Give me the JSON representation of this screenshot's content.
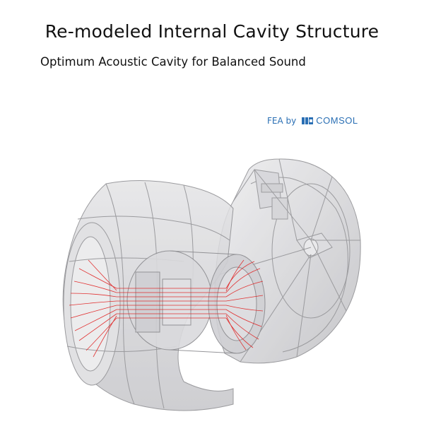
{
  "header": {
    "title": "Re-modeled Internal Cavity Structure",
    "subtitle": "Optimum Acoustic Cavity for Balanced Sound"
  },
  "credit": {
    "label": "FEA by",
    "brand": "COMSOL",
    "brand_color": "#2a6fb4"
  },
  "illustration": {
    "shell_color": "#cfcfd2",
    "outline_color": "#8a8a8e",
    "flow_color": "#e02020"
  }
}
